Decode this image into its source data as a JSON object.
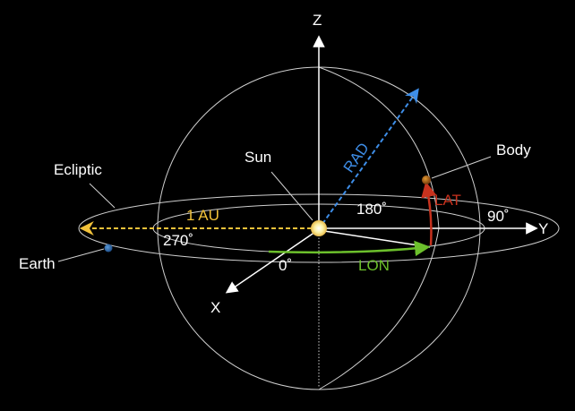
{
  "labels": {
    "z_axis": "Z",
    "y_axis": "Y",
    "x_axis": "X",
    "sun": "Sun",
    "body": "Body",
    "ecliptic": "Ecliptic",
    "earth": "Earth",
    "rad": "RAD",
    "lat": "LAT",
    "lon": "LON",
    "au": "1 AU",
    "deg_0": "0˚",
    "deg_90": "90˚",
    "deg_180": "180˚",
    "deg_270": "270˚"
  },
  "colors": {
    "background": "#000000",
    "lines": "#cfcfcf",
    "axes": "#ffffff",
    "au": "#f2c23a",
    "rad": "#3e8ee8",
    "lat": "#c8321e",
    "lon": "#6cc02c",
    "sun": "#f6e8a0",
    "earth": "#2f6fb0",
    "body": "#b86a1c"
  }
}
